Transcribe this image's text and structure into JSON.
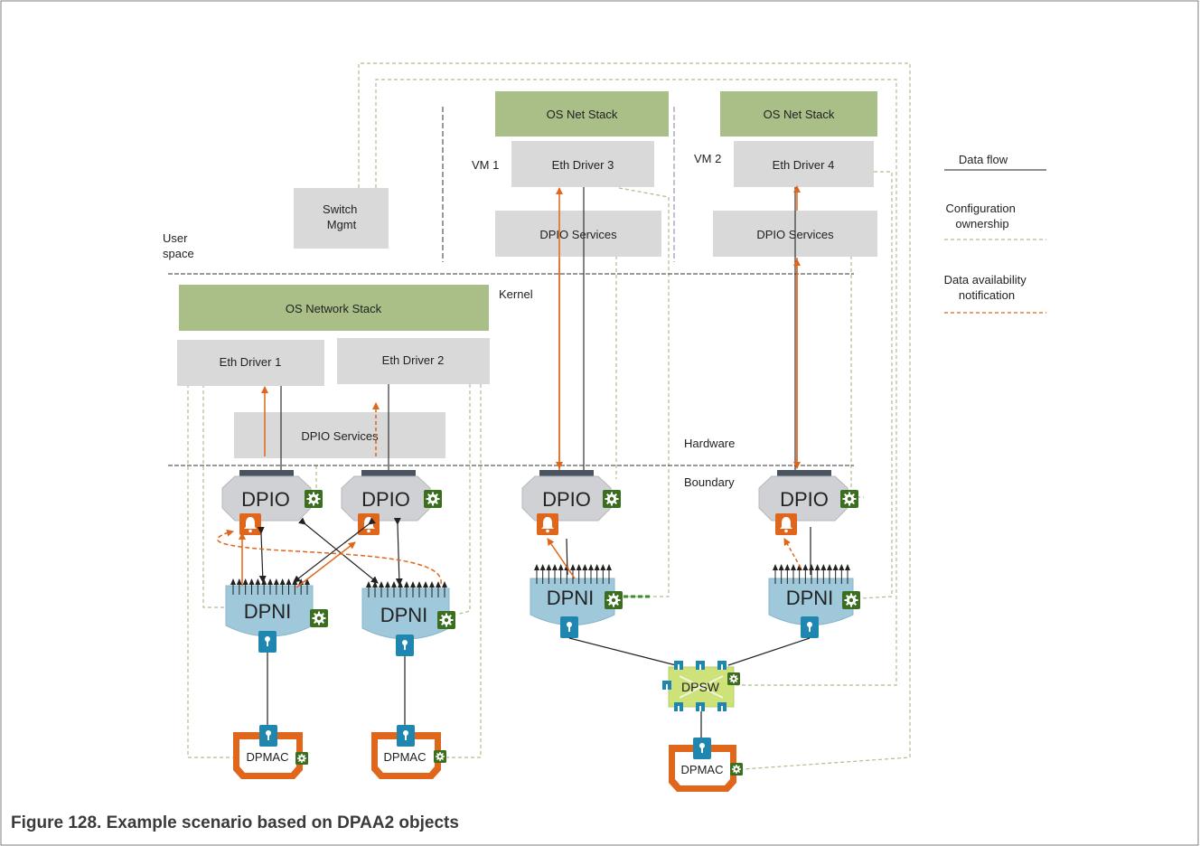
{
  "caption": "Figure 128.  Example scenario based on DPAA2 objects",
  "regions": {
    "user_space": "User\nspace",
    "kernel": "Kernel",
    "hardware": "Hardware",
    "boundary": "Boundary",
    "vm1": "VM 1",
    "vm2": "VM 2"
  },
  "boxes": {
    "switch_mgmt": "Switch\nMgmt",
    "os_net_stack_1": "OS Net Stack",
    "os_net_stack_2": "OS Net Stack",
    "eth_driver_3": "Eth Driver 3",
    "eth_driver_4": "Eth Driver 4",
    "dpio_services_vm1": "DPIO Services",
    "dpio_services_vm2": "DPIO Services",
    "os_network_stack": "OS Network Stack",
    "eth_driver_1": "Eth Driver 1",
    "eth_driver_2": "Eth Driver 2",
    "dpio_services_kernel": "DPIO Services"
  },
  "objects": {
    "dpio": "DPIO",
    "dpni": "DPNI",
    "dpmac": "DPMAC",
    "dpsw": "DPSW"
  },
  "legend": {
    "data_flow": "Data flow",
    "configuration_ownership": "Configuration\nownership",
    "data_availability_notification": "Data availability\nnotification"
  },
  "colors": {
    "green_box": "#a9bf87",
    "gray_box": "#d9d9d9",
    "dpio_gray": "#cfd1d4",
    "dpni_blue": "#9fc9db",
    "port_blue": "#1f86b0",
    "orange": "#e0661b",
    "gear_green": "#3b6e1f",
    "dpsw_green": "#cde37a",
    "config_line": "#a9c08a"
  }
}
